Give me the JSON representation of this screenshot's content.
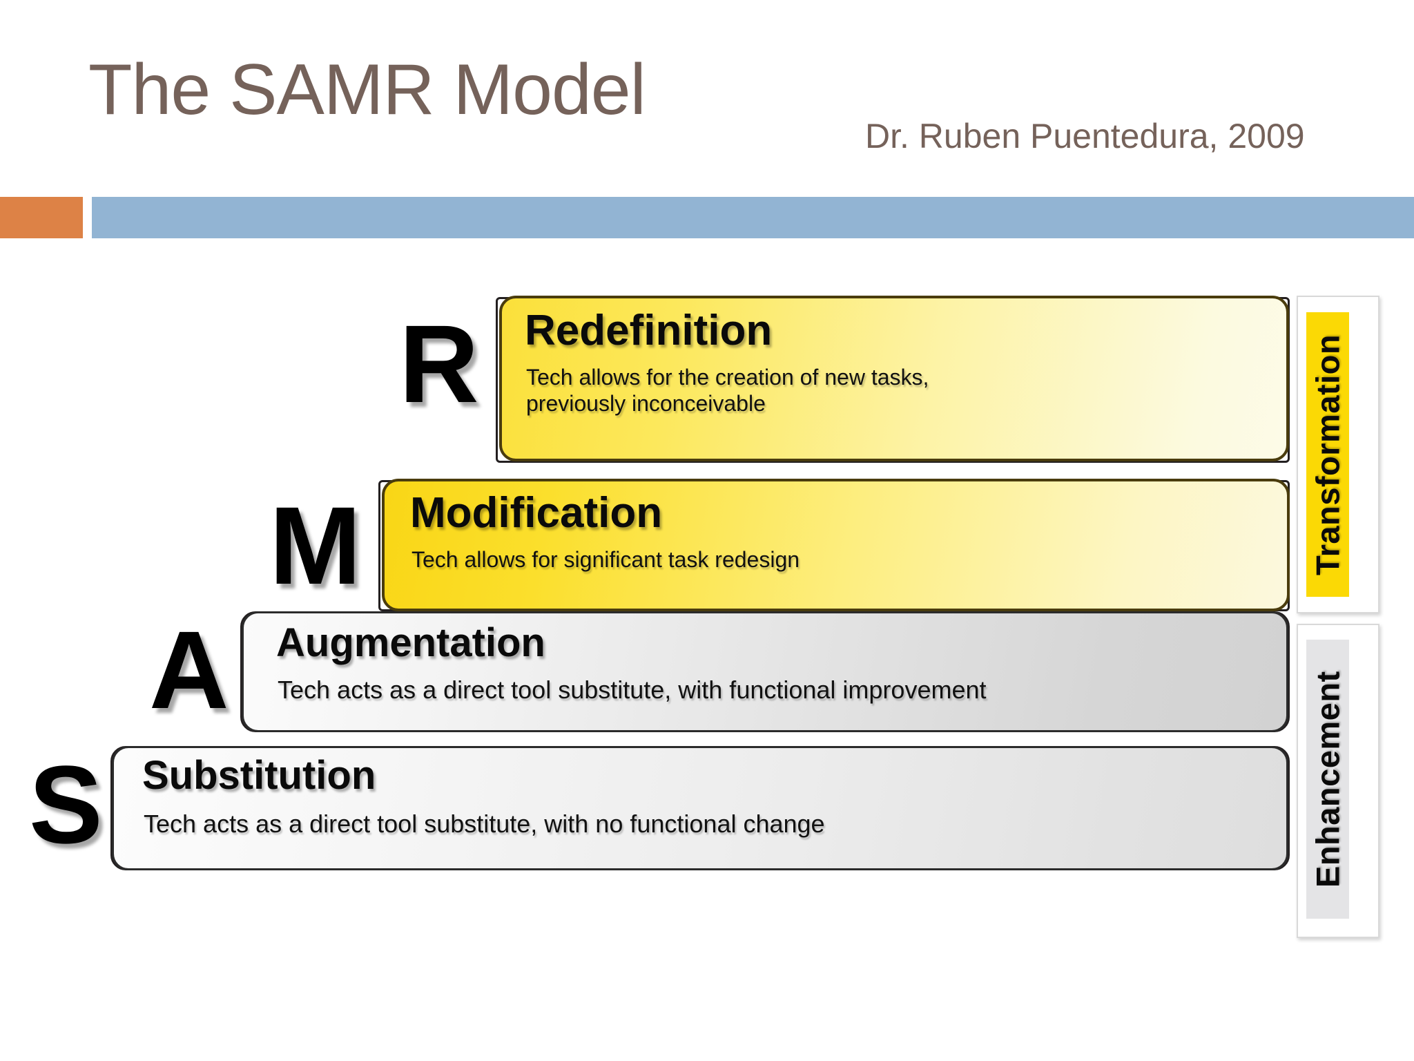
{
  "slide": {
    "title": "The SAMR Model",
    "subtitle": "Dr. Ruben Puentedura, 2009",
    "accent_orange": "#dd8246",
    "accent_blue": "#92b4d3",
    "title_color": "#75625a"
  },
  "diagram": {
    "name": "SAMR Model staircase",
    "letters": [
      "R",
      "M",
      "A",
      "S"
    ],
    "tiers": [
      {
        "letter": "R",
        "title": "Redefinition",
        "description": "Tech allows for the creation of new tasks, previously inconceivable",
        "category": "Transformation",
        "fill": "#fbe03a"
      },
      {
        "letter": "M",
        "title": "Modification",
        "description": "Tech allows for significant task redesign",
        "category": "Transformation",
        "fill": "#f9d616"
      },
      {
        "letter": "A",
        "title": "Augmentation",
        "description": "Tech acts as a direct tool substitute, with functional improvement",
        "category": "Enhancement",
        "fill": "#e3e3e3"
      },
      {
        "letter": "S",
        "title": "Substitution",
        "description": "Tech acts as a direct tool substitute, with no functional change",
        "category": "Enhancement",
        "fill": "#ececec"
      }
    ],
    "categories": [
      {
        "label": "Transformation",
        "color": "#fbd905"
      },
      {
        "label": "Enhancement",
        "color": "#e4e4e6"
      }
    ]
  }
}
